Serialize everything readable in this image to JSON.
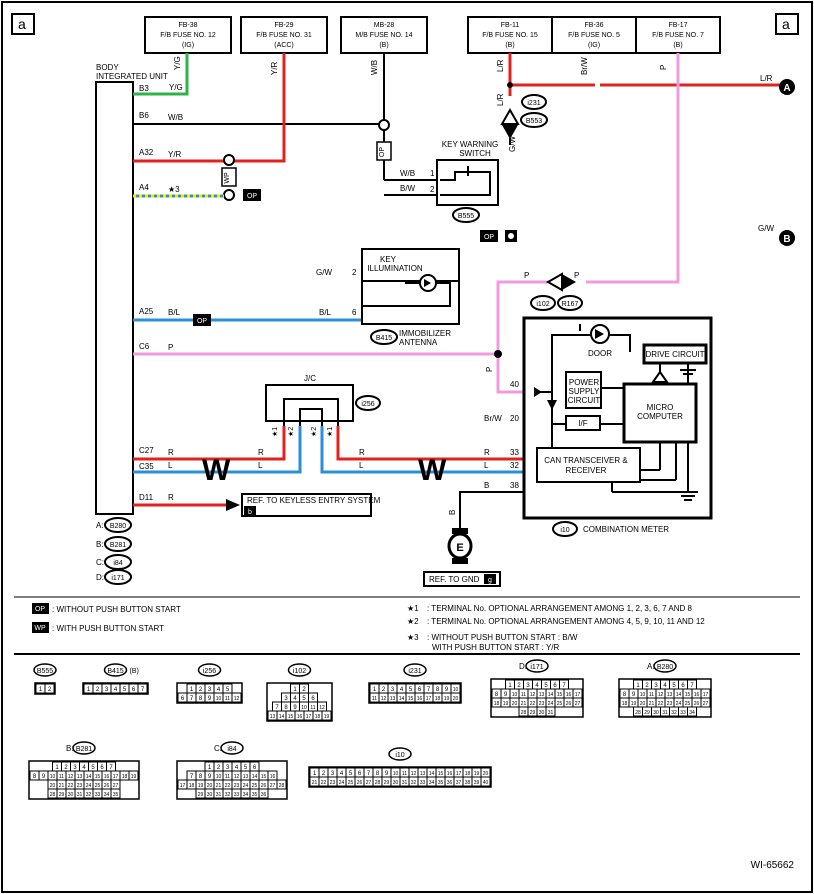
{
  "page": {
    "corner_left": "a",
    "corner_right": "a",
    "figure_id": "WI-65662"
  },
  "fuses": {
    "fb38": [
      "FB-38",
      "F/B FUSE NO. 12",
      "(IG)"
    ],
    "fb29": [
      "FB-29",
      "F/B FUSE NO. 31",
      "(ACC)"
    ],
    "mb28": [
      "MB-28",
      "M/B FUSE NO. 14",
      "(B)"
    ],
    "fb11": [
      "FB-11",
      "F/B FUSE NO. 15",
      "(B)"
    ],
    "fb36": [
      "FB-36",
      "F/B FUSE NO. 5",
      "(IG)"
    ],
    "fb17": [
      "FB-17",
      "F/B FUSE NO. 7",
      "(B)"
    ]
  },
  "body_unit": {
    "title": [
      "BODY",
      "INTEGRATED UNIT"
    ],
    "pins": [
      "B3",
      "B6",
      "A32",
      "A4",
      "A25",
      "C6",
      "C27",
      "C35",
      "D11"
    ],
    "connectors": [
      {
        "letter": "A:",
        "id": "B280"
      },
      {
        "letter": "B:",
        "id": "B281"
      },
      {
        "letter": "C:",
        "id": "i84"
      },
      {
        "letter": "D:",
        "id": "i171"
      }
    ]
  },
  "wires": {
    "yg": "Y/G",
    "yr": "Y/R",
    "wb": "W/B",
    "lr": "L/R",
    "brw": "Br/W",
    "p": "P",
    "gw": "G/W",
    "bw": "B/W",
    "bl": "B/L",
    "r": "R",
    "l": "L",
    "b": "B",
    "star3": "★3"
  },
  "labels": {
    "key_warning": [
      "KEY WARNING",
      "SWITCH"
    ],
    "key_illum": [
      "KEY",
      "ILLUMINATION"
    ],
    "immobilizer": [
      "IMMOBILIZER",
      "ANTENNA"
    ],
    "jc": "J/C",
    "door": "DOOR",
    "drive_circuit": "DRIVE CIRCUIT",
    "power_supply": [
      "POWER",
      "SUPPLY",
      "CIRCUIT"
    ],
    "micro": [
      "MICRO",
      "COMPUTER"
    ],
    "can": [
      "CAN TRANSCEIVER &",
      "RECEIVER"
    ],
    "if": "I/F",
    "combination_meter": "COMBINATION METER",
    "ref_keyless": "REF. TO KEYLESS ENTRY SYSTEM",
    "ref_keyless_tag": "b",
    "ref_gnd": "REF. TO GND",
    "ref_gnd_tag": "g",
    "op": "OP",
    "wp": "WP",
    "arrow_a": "A",
    "arrow_b": "B",
    "e": "E",
    "w": "W"
  },
  "connector_ids": {
    "i231": "i231",
    "b553": "B553",
    "b555": "B555",
    "i102": "i102",
    "r167": "R167",
    "b415": "B415",
    "i256": "i256",
    "i10": "i10"
  },
  "pin_numbers": {
    "kw1": "1",
    "kw2": "2",
    "ki2": "2",
    "ki6": "6",
    "m40": "40",
    "m20": "20",
    "m33": "33",
    "m32": "32",
    "m38": "38",
    "jc_stars": [
      "★1",
      "★2",
      "★2",
      "★1"
    ]
  },
  "notes": {
    "op_note": ": WITHOUT PUSH BUTTON START",
    "wp_note": ": WITH PUSH BUTTON START",
    "star1": [
      "★1",
      ": TERMINAL No. OPTIONAL ARRANGEMENT AMONG 1, 2, 3, 6, 7 AND 8"
    ],
    "star2": [
      "★2",
      ": TERMINAL No. OPTIONAL ARRANGEMENT AMONG 4, 5, 9, 10, 11 AND 12"
    ],
    "star3": [
      "★3",
      ": WITHOUT PUSH BUTTON START : B/W",
      "WITH PUSH BUTTON START : Y/R"
    ]
  },
  "connector_views": {
    "b555": {
      "id": "B555",
      "rows": [
        [
          "1",
          "2"
        ]
      ]
    },
    "b415": {
      "id": "B415",
      "suffix": "(B)",
      "rows": [
        [
          "1",
          "2",
          "3",
          "4",
          "5",
          "6",
          "7"
        ]
      ]
    },
    "i256": {
      "id": "i256",
      "rows": [
        [
          "1",
          "2",
          "3",
          "4",
          "5"
        ],
        [
          "6",
          "7",
          "8",
          "9",
          "10",
          "11",
          "12"
        ]
      ]
    },
    "i102": {
      "id": "i102",
      "rows": [
        [
          "1",
          "2"
        ],
        [
          "3",
          "4",
          "5",
          "6"
        ],
        [
          "7",
          "8",
          "9",
          "10",
          "11",
          "12"
        ],
        [
          "13",
          "14",
          "15",
          "16",
          "17",
          "18",
          "19"
        ]
      ]
    },
    "i231": {
      "id": "i231",
      "rows": [
        [
          "1",
          "2",
          "3",
          "4",
          "5",
          "6",
          "7",
          "8",
          "9",
          "10"
        ],
        [
          "11",
          "12",
          "13",
          "14",
          "15",
          "16",
          "17",
          "18",
          "19",
          "20"
        ]
      ]
    },
    "i171": {
      "id": "i171",
      "prefix": "D:",
      "rows": [
        [
          "1",
          "2",
          "3",
          "4",
          "5",
          "6",
          "7"
        ],
        [
          "8",
          "9",
          "10",
          "11",
          "12",
          "13",
          "14",
          "15",
          "16",
          "17"
        ],
        [
          "18",
          "19",
          "20",
          "21",
          "22",
          "23",
          "24",
          "25",
          "26",
          "27"
        ],
        [
          "28",
          "29",
          "30",
          "31"
        ]
      ]
    },
    "b280": {
      "id": "B280",
      "prefix": "A:",
      "rows": [
        [
          "1",
          "2",
          "3",
          "4",
          "5",
          "6",
          "7"
        ],
        [
          "8",
          "9",
          "10",
          "11",
          "12",
          "13",
          "14",
          "15",
          "16",
          "17"
        ],
        [
          "18",
          "19",
          "20",
          "21",
          "22",
          "23",
          "24",
          "25",
          "26",
          "27"
        ],
        [
          "28",
          "29",
          "30",
          "31",
          "32",
          "33",
          "34"
        ]
      ]
    },
    "b281": {
      "id": "B281",
      "prefix": "B:",
      "rows": [
        [
          "1",
          "2",
          "3",
          "4",
          "5",
          "6",
          "7"
        ],
        [
          "8",
          "9",
          "10",
          "11",
          "12",
          "13",
          "14",
          "15",
          "16",
          "17",
          "18",
          "19"
        ],
        [
          "20",
          "21",
          "22",
          "23",
          "24",
          "25",
          "26",
          "27"
        ],
        [
          "28",
          "29",
          "30",
          "31",
          "32",
          "33",
          "34",
          "35"
        ]
      ]
    },
    "i84": {
      "id": "i84",
      "prefix": "C:",
      "rows": [
        [
          "1",
          "2",
          "3",
          "4",
          "5",
          "6"
        ],
        [
          "7",
          "8",
          "9",
          "10",
          "11",
          "12",
          "13",
          "14",
          "15",
          "16"
        ],
        [
          "17",
          "18",
          "19",
          "20",
          "21",
          "22",
          "23",
          "24",
          "25",
          "26",
          "27",
          "28"
        ],
        [
          "29",
          "30",
          "31",
          "32",
          "33",
          "34",
          "35",
          "36"
        ]
      ]
    },
    "i10": {
      "id": "i10",
      "rows": [
        [
          "1",
          "2",
          "3",
          "4",
          "5",
          "6",
          "7",
          "8",
          "9",
          "10",
          "11",
          "12",
          "13",
          "14",
          "15",
          "16",
          "17",
          "18",
          "19",
          "20"
        ],
        [
          "21",
          "22",
          "23",
          "24",
          "25",
          "26",
          "27",
          "28",
          "29",
          "30",
          "31",
          "32",
          "33",
          "34",
          "35",
          "36",
          "37",
          "38",
          "39",
          "40"
        ]
      ]
    }
  },
  "colors": {
    "red": "#e3211c",
    "green": "#2db34a",
    "blue": "#2a8fd8",
    "pink": "#f09be0",
    "yellow": "#f2e500",
    "black": "#000000"
  }
}
